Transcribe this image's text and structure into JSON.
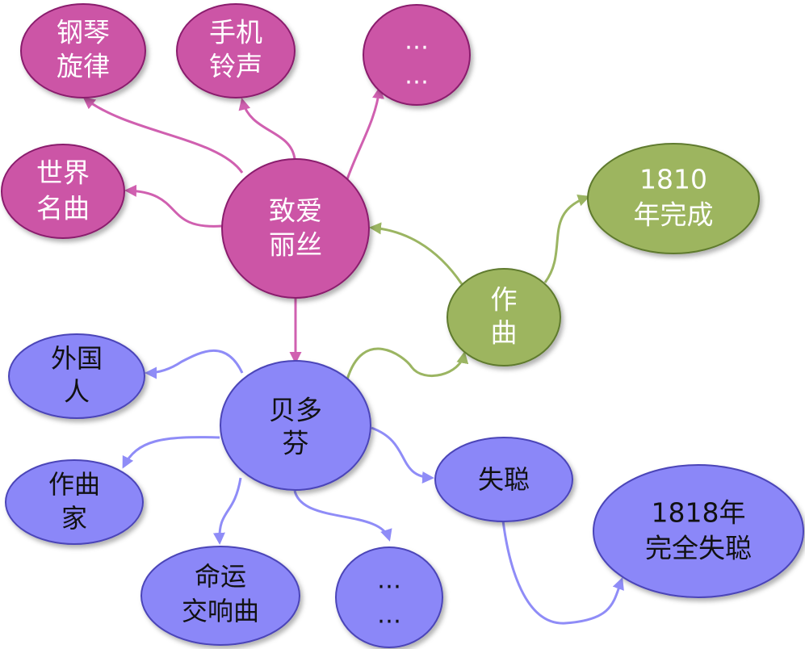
{
  "colors": {
    "magenta": "#cc55a6",
    "magenta_stroke": "#8a1f6d",
    "magenta_edge": "#d060b0",
    "green": "#9db55e",
    "green_stroke": "#5e7a2d",
    "green_edge": "#9bb562",
    "purple": "#8b87f8",
    "purple_stroke": "#4b45b8",
    "purple_edge": "#8f8cf7"
  },
  "nodes": {
    "elise": [
      "致爱",
      "丽丝"
    ],
    "piano": [
      "钢琴",
      "旋律"
    ],
    "ringtone": [
      "手机",
      "铃声"
    ],
    "more_top": [
      "…",
      "…"
    ],
    "world_classic": [
      "世界",
      "名曲"
    ],
    "year1810": [
      "1810",
      "年完成"
    ],
    "compose": [
      "作",
      "曲"
    ],
    "beethoven": [
      "贝多",
      "芬"
    ],
    "foreigner": [
      "外国",
      "人"
    ],
    "composer": [
      "作曲",
      "家"
    ],
    "deaf": [
      "失聪"
    ],
    "deaf1818": [
      "1818年",
      "完全失聪"
    ],
    "fate": [
      "命运",
      "交响曲"
    ],
    "more_bottom": [
      "…",
      "…"
    ]
  }
}
